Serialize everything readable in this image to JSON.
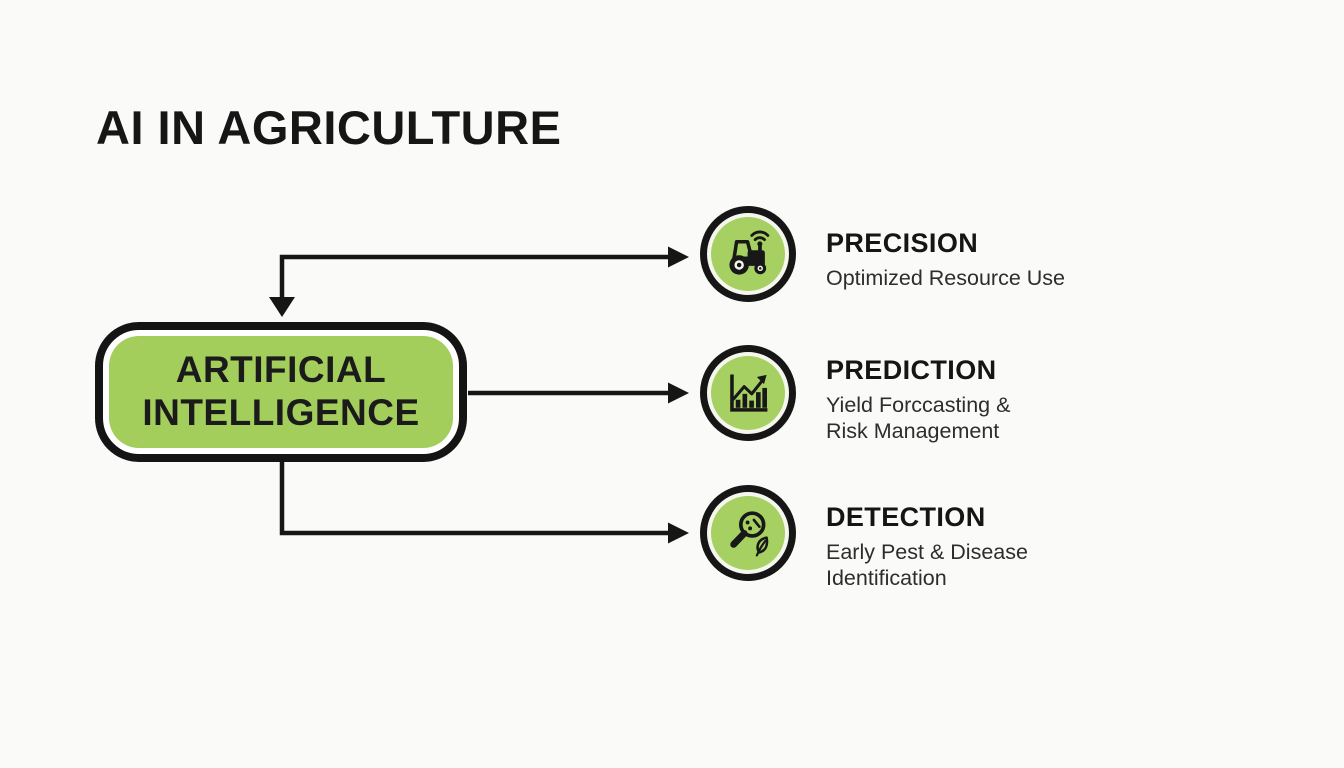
{
  "title": "AI IN AGRICULTURE",
  "center_node": {
    "line1": "ARTIFICIAL",
    "line2": "INTELLIGENCE"
  },
  "branches": [
    {
      "id": "precision",
      "icon": "tractor-wifi-icon",
      "heading": "PRECISION",
      "description": "Optimized Resource Use"
    },
    {
      "id": "prediction",
      "icon": "growth-chart-icon",
      "heading": "PREDICTION",
      "description": "Yield Forccasting &\nRisk Management"
    },
    {
      "id": "detection",
      "icon": "magnifier-pest-leaf-icon",
      "heading": "DETECTION",
      "description": "Early Pest & Disease\nIdentification"
    }
  ],
  "colors": {
    "accent_green": "#a3ce5c",
    "circle_green": "#a6d061",
    "ink_black": "#161616",
    "text_gray": "#2d2d2d",
    "background": "#fafaf8"
  }
}
